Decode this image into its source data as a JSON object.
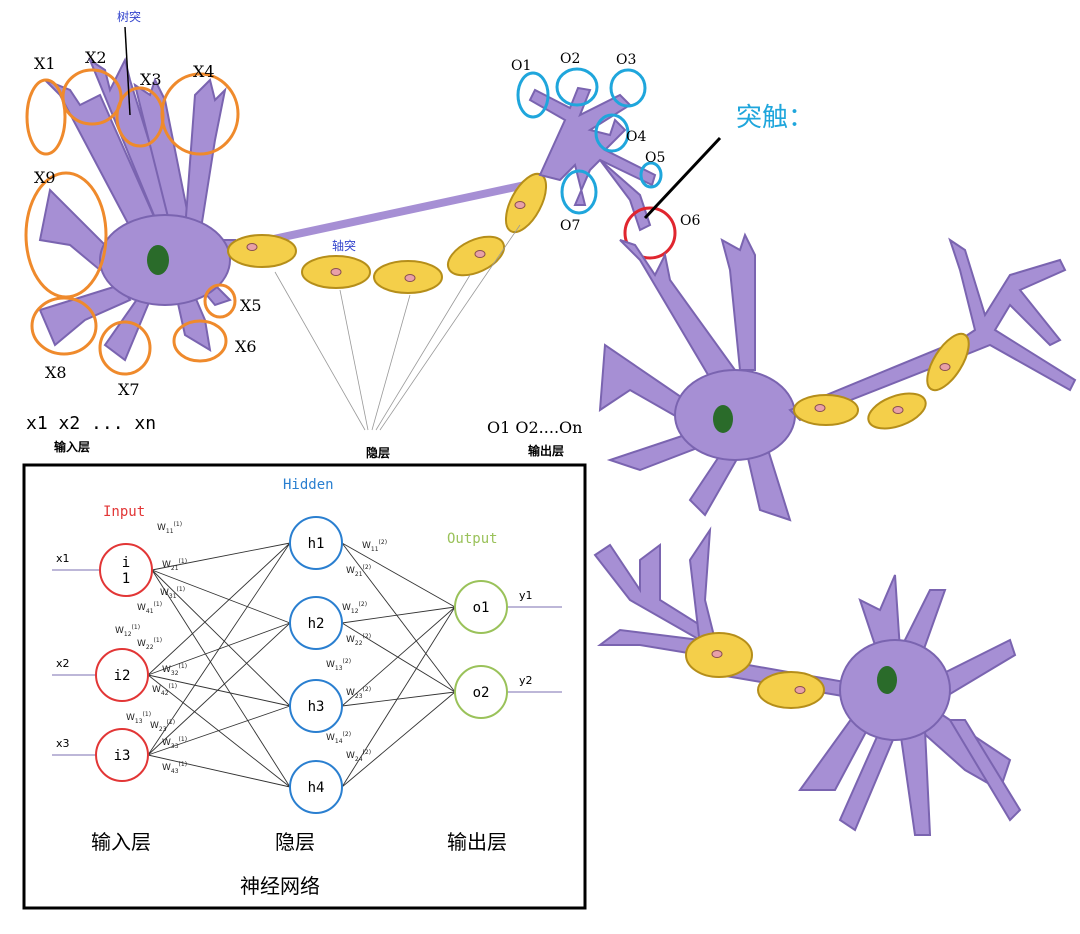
{
  "neuron": {
    "dendrite_label": "树突",
    "axon_label": "轴突",
    "synapse_label": "突触：",
    "inputs": [
      "X1",
      "X2",
      "X3",
      "X4",
      "X5",
      "X6",
      "X7",
      "X8",
      "X9"
    ],
    "outputs": [
      "O1",
      "O2",
      "O3",
      "O4",
      "O5",
      "O6",
      "O7"
    ],
    "input_series": "x1  x2  ...  xn",
    "output_series": "O1  O2....On",
    "input_layer_label": "输入层",
    "hidden_layer_label": "隐层",
    "output_layer_label": "输出层"
  },
  "network": {
    "input_title": "Input",
    "hidden_title": "Hidden",
    "output_title": "Output",
    "input_nodes": [
      "i\n1",
      "i2",
      "i3"
    ],
    "hidden_nodes": [
      "h1",
      "h2",
      "h3",
      "h4"
    ],
    "output_nodes": [
      "o1",
      "o2"
    ],
    "x_labels": [
      "x1",
      "x2",
      "x3"
    ],
    "y_labels": [
      "y1",
      "y2"
    ],
    "weights_1": [
      "W11(1)",
      "W21(1)",
      "W31(1)",
      "W41(1)",
      "W12(1)",
      "W22(1)",
      "W32(1)",
      "W42(1)",
      "W13(1)",
      "W23(1)",
      "W33(1)",
      "W43(1)"
    ],
    "weights_2": [
      "W11(2)",
      "W21(2)",
      "W12(2)",
      "W22(2)",
      "W13(2)",
      "W23(2)",
      "W14(2)",
      "W24(2)"
    ],
    "bottom_labels": [
      "输入层",
      "隐层",
      "输出层"
    ],
    "caption": "神经网络"
  },
  "colors": {
    "cell": "#a68fd4",
    "cell_stroke": "#7a64b0",
    "myelin": "#f4cf4a",
    "nucleus": "#2a6b2a",
    "orange": "#ef8a2c",
    "blue": "#1fa6dc",
    "red": "#e0262f",
    "input_red": "#e23636",
    "hidden_blue": "#2a7fd0",
    "output_green": "#9ac25a"
  }
}
